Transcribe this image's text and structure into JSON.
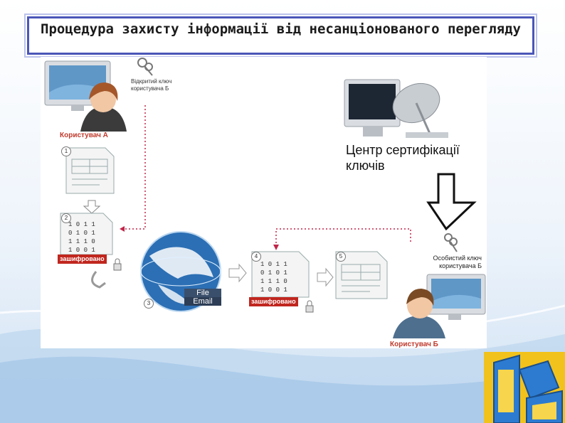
{
  "slide": {
    "title": "Процедура захисту інформації від несанціонованого перегляду"
  },
  "diagram": {
    "user_a": "Користувач А",
    "user_b": "Користувач Б",
    "public_key_label": "Відкритий ключ користувача Б",
    "private_key_label": "Особистий ключ користувача Б",
    "certification_center": "Центр сертифікації ключів",
    "encrypted_badge": "зашифровано",
    "globe_labels": [
      "File",
      "Email"
    ],
    "steps": [
      "1",
      "2",
      "3",
      "4",
      "5"
    ]
  },
  "colors": {
    "title_border": "#4a56b8",
    "badge": "#c0261e",
    "arrow_dotted": "#c0264a",
    "logo_yellow": "#f2c21c",
    "logo_blue": "#2c7bd1"
  },
  "icons": {
    "monitor": "monitor-icon",
    "key": "key-icon",
    "satellite": "satellite-dish-icon",
    "document": "document-icon",
    "globe": "globe-icon",
    "lock": "lock-icon",
    "arrow_down": "arrow-down-icon",
    "logo": "kb-logo-icon"
  }
}
